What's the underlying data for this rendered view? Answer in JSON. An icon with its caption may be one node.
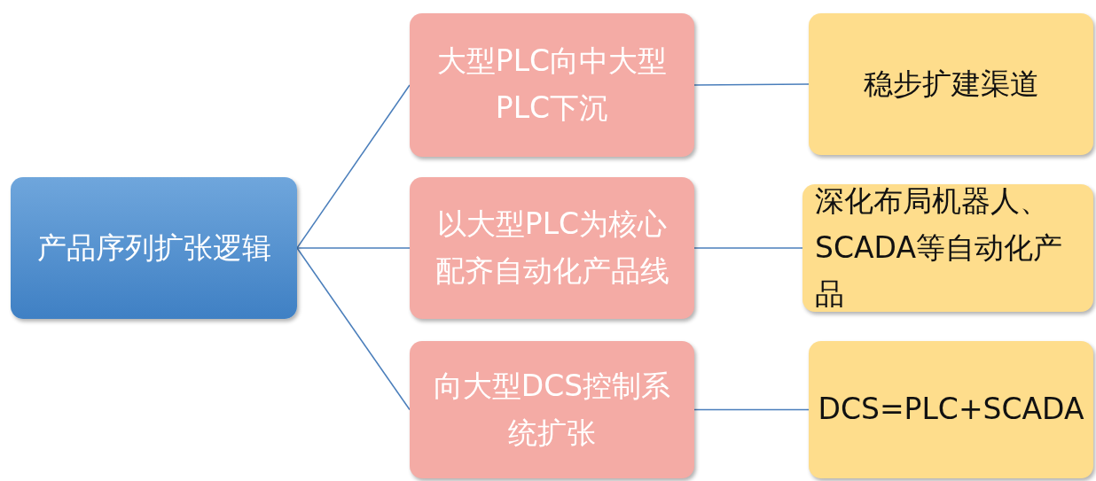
{
  "diagram": {
    "nodes": [
      {
        "text": [
          "产品序列扩张逻辑"
        ]
      },
      {
        "text": [
          "大型PLC向中大型PLC下沉"
        ]
      },
      {
        "text": [
          "以大型PLC为核心配齐自动化产品线"
        ]
      },
      {
        "text": [
          "向大型DCS控制系统扩张"
        ]
      },
      {
        "text": [
          "稳步扩建渠道"
        ]
      },
      {
        "text": [
          "深化布局机器人、SCADA等自动化产品"
        ]
      },
      {
        "text": [
          "DCS=PLC+SCADA"
        ]
      }
    ],
    "edges": [
      {
        "from": 0,
        "to": 1,
        "arrow": "none"
      },
      {
        "from": 0,
        "to": 2,
        "arrow": "none"
      },
      {
        "from": 0,
        "to": 3,
        "arrow": "none"
      },
      {
        "from": 1,
        "to": 4,
        "arrow": "none"
      },
      {
        "from": 2,
        "to": 5,
        "arrow": "none"
      },
      {
        "from": 3,
        "to": 6,
        "arrow": "none"
      }
    ]
  }
}
